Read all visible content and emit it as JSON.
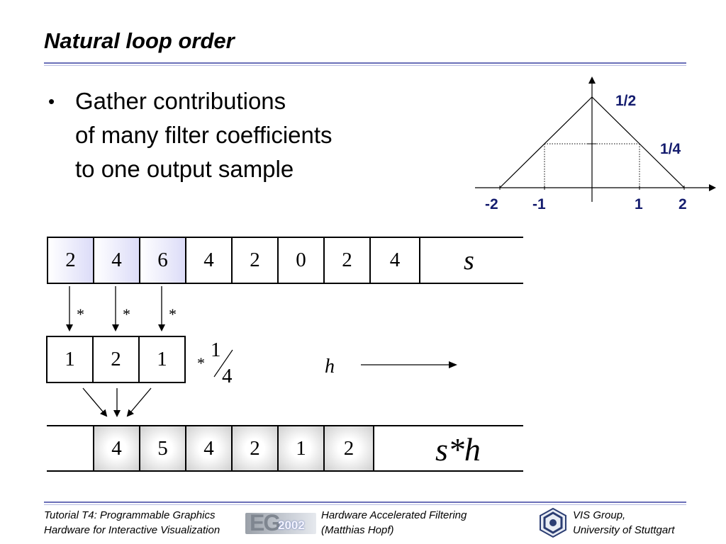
{
  "title": "Natural loop order",
  "bullet": {
    "marker": "•",
    "lines": [
      "Gather contributions",
      "of many filter coefficients",
      "to one output sample"
    ]
  },
  "filter_graph": {
    "x_ticks": [
      "-2",
      "-1",
      "1",
      "2"
    ],
    "y_labels": [
      "1/2",
      "1/4"
    ],
    "axis_color": "#141c6e"
  },
  "signal": {
    "values": [
      "2",
      "4",
      "6",
      "4",
      "2",
      "0",
      "2",
      "4"
    ],
    "symbol": "s",
    "highlight_count": 3
  },
  "operators": [
    "*",
    "*",
    "*"
  ],
  "kernel": {
    "values": [
      "1",
      "2",
      "1"
    ],
    "scale_operator": "*",
    "scale_num": "1",
    "scale_den": "4",
    "symbol": "h"
  },
  "result": {
    "values": [
      "4",
      "5",
      "4",
      "2",
      "1",
      "2"
    ],
    "symbol": "s*h"
  },
  "footer": {
    "left": [
      "Tutorial T4: Programmable Graphics",
      "Hardware for Interactive Visualization"
    ],
    "center": [
      "Hardware Accelerated Filtering",
      "(Matthias Hopf)"
    ],
    "right": [
      "VIS Group,",
      "University of Stuttgart"
    ],
    "logo_text": "EG2002"
  },
  "colors": {
    "accent_rule": "#6a6fb8",
    "highlight_cell": "#e4e5fa",
    "result_cell": "#e2e2e2"
  }
}
